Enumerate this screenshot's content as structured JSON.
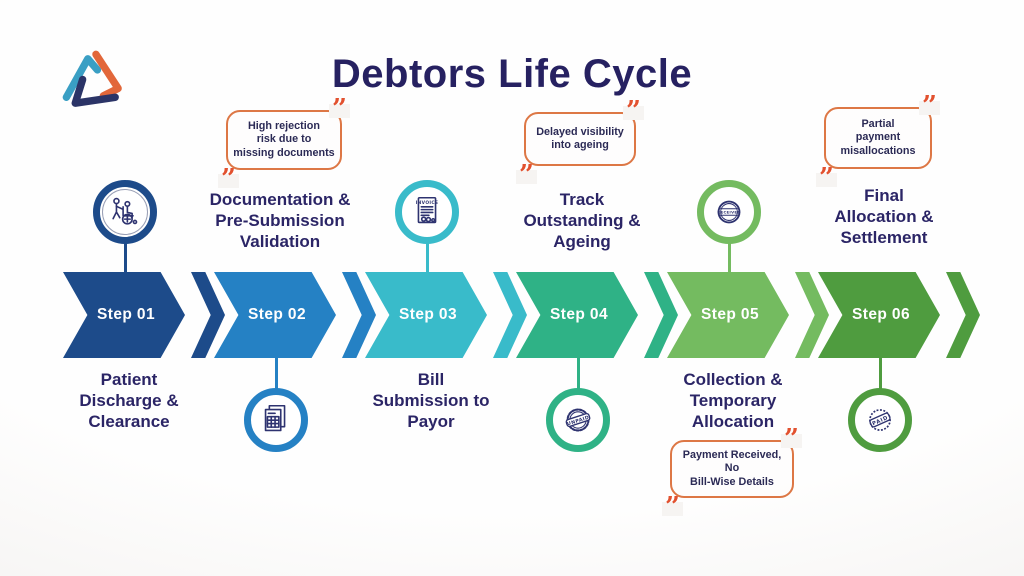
{
  "title": "Debtors Life Cycle",
  "logo": {
    "name": "triangle-chevron-logo",
    "colors": [
      "#3a9fc4",
      "#e2673a",
      "#2b3467"
    ]
  },
  "colors": {
    "title_text": "#262161",
    "caption_text": "#2b2566",
    "callout_border": "#dd7745",
    "callout_quote": "#e2512f",
    "background": "#f6f4f2"
  },
  "quote_glyph": "”",
  "steps": [
    {
      "label": "Step 01",
      "arrow_color": "#1d4b8a",
      "icon": "patient-wheelchair-icon",
      "icon_position": "above",
      "caption": "Patient\nDischarge &\nClearance",
      "caption_position": "below"
    },
    {
      "label": "Step 02",
      "arrow_color": "#2581c4",
      "icon": "document-checklist-icon",
      "icon_position": "below",
      "caption": "Documentation &\nPre-Submission\nValidation",
      "caption_position": "above",
      "callout": "High rejection\nrisk due to\nmissing documents",
      "callout_position": "top"
    },
    {
      "label": "Step 03",
      "arrow_color": "#39bbca",
      "icon": "invoice-icon",
      "icon_text": "INVOICE",
      "icon_position": "above",
      "caption": "Bill\nSubmission to\nPayor",
      "caption_position": "below"
    },
    {
      "label": "Step 04",
      "arrow_color": "#2fb286",
      "icon": "unpaid-stamp-icon",
      "icon_text": "UNPAID",
      "icon_position": "below",
      "caption": "Track\nOutstanding &\nAgeing",
      "caption_position": "above",
      "callout": "Delayed visibility\ninto ageing",
      "callout_position": "top"
    },
    {
      "label": "Step 05",
      "arrow_color": "#74bb60",
      "icon": "received-stamp-icon",
      "icon_text": "RECEIVED",
      "icon_position": "above",
      "caption": "Collection &\nTemporary\nAllocation",
      "caption_position": "below",
      "callout": "Payment Received,\nNo\nBill-Wise Details",
      "callout_position": "bottom"
    },
    {
      "label": "Step 06",
      "arrow_color": "#4f9c3f",
      "icon": "paid-stamp-icon",
      "icon_text": "PAID",
      "icon_position": "below",
      "caption": "Final\nAllocation &\nSettlement",
      "caption_position": "above",
      "callout": "Partial\npayment\nmisallocations",
      "callout_position": "top"
    }
  ]
}
